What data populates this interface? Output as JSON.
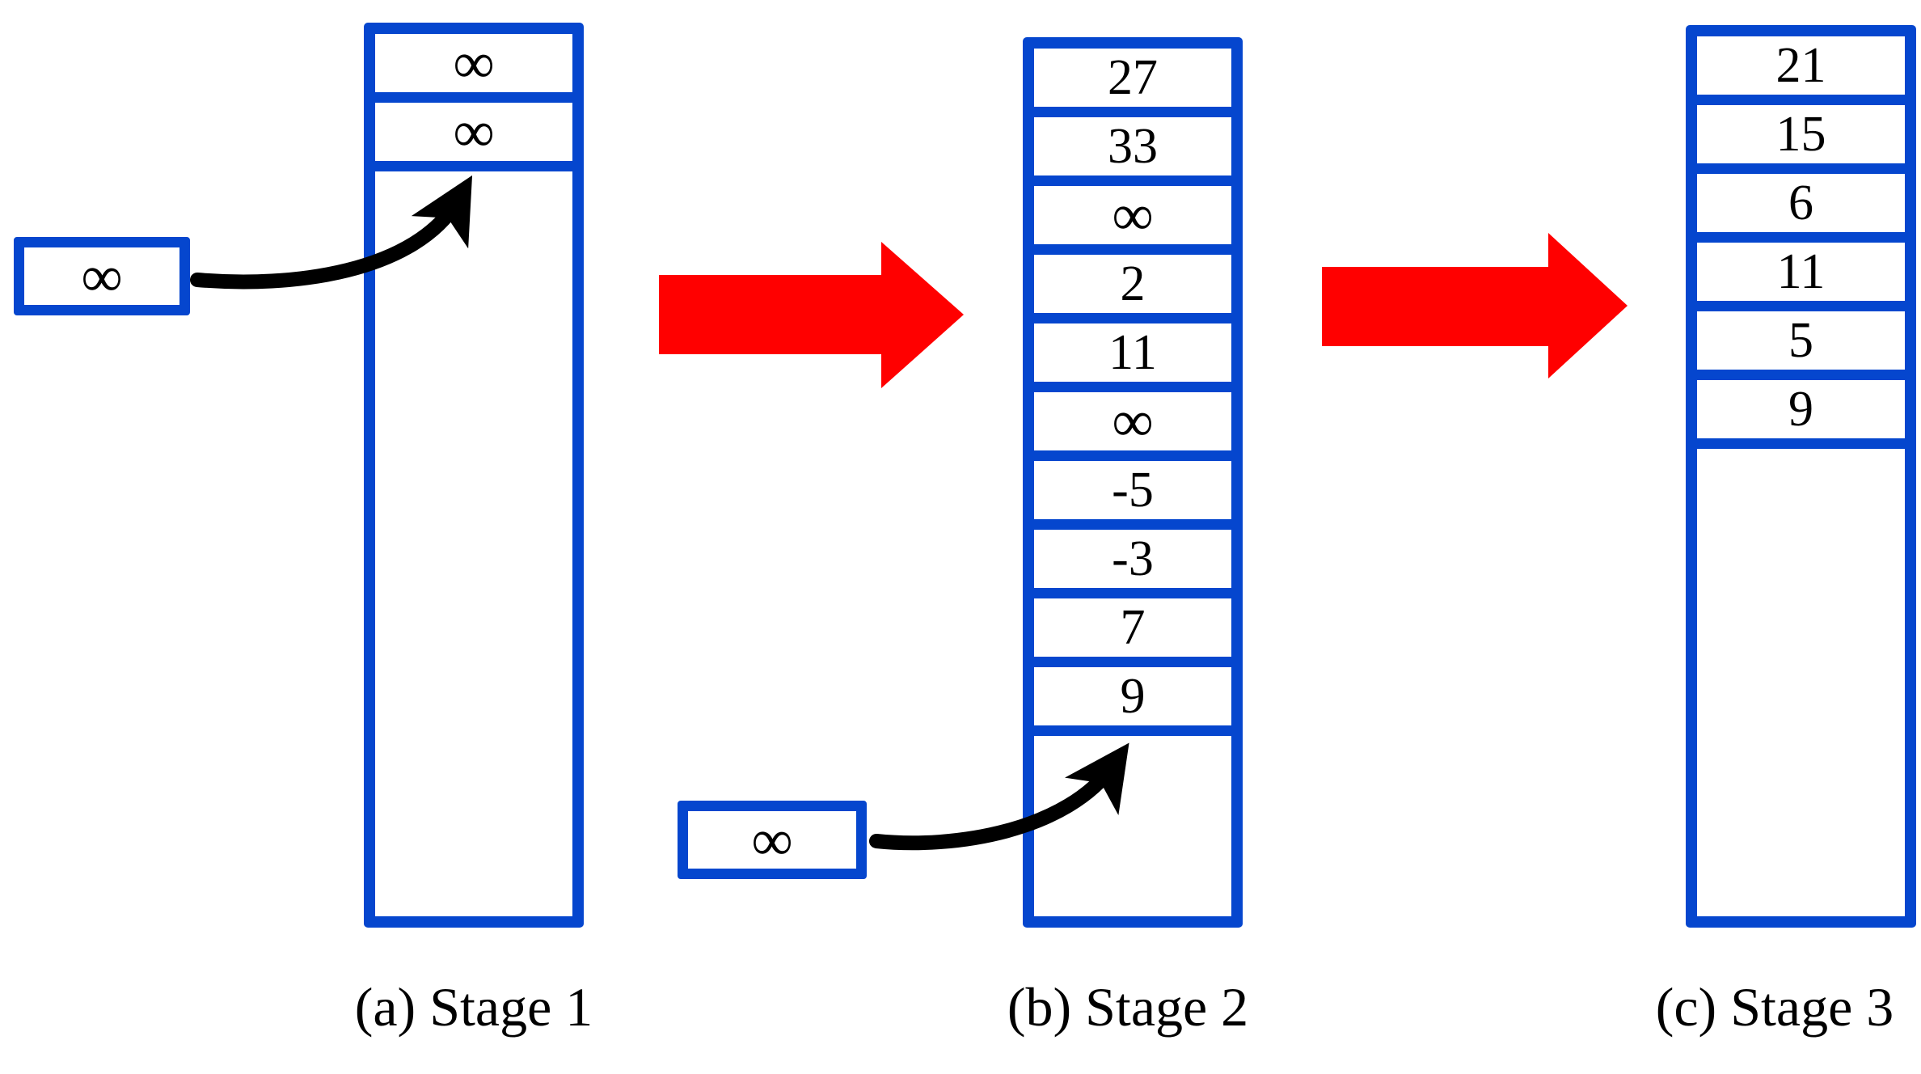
{
  "colors": {
    "blue": "#0546CE",
    "red": "#FF0000",
    "ink": "#000000"
  },
  "symbols": {
    "infinity": "∞"
  },
  "stages": [
    {
      "id": "stage-1",
      "label": "(a) Stage 1",
      "cells": [
        "∞",
        "∞"
      ],
      "pending_value": "∞"
    },
    {
      "id": "stage-2",
      "label": "(b) Stage 2",
      "cells": [
        "27",
        "33",
        "∞",
        "2",
        "11",
        "∞",
        "-5",
        "-3",
        "7",
        "9"
      ],
      "pending_value": "∞"
    },
    {
      "id": "stage-3",
      "label": "(c) Stage 3",
      "cells": [
        "21",
        "15",
        "6",
        "11",
        "5",
        "9"
      ]
    }
  ],
  "arrows": {
    "stage1_to_stage2": "red-right-arrow",
    "stage2_to_stage3": "red-right-arrow",
    "insert_into_stage1": "black-curved-insert-arrow",
    "insert_into_stage2": "black-curved-insert-arrow"
  }
}
